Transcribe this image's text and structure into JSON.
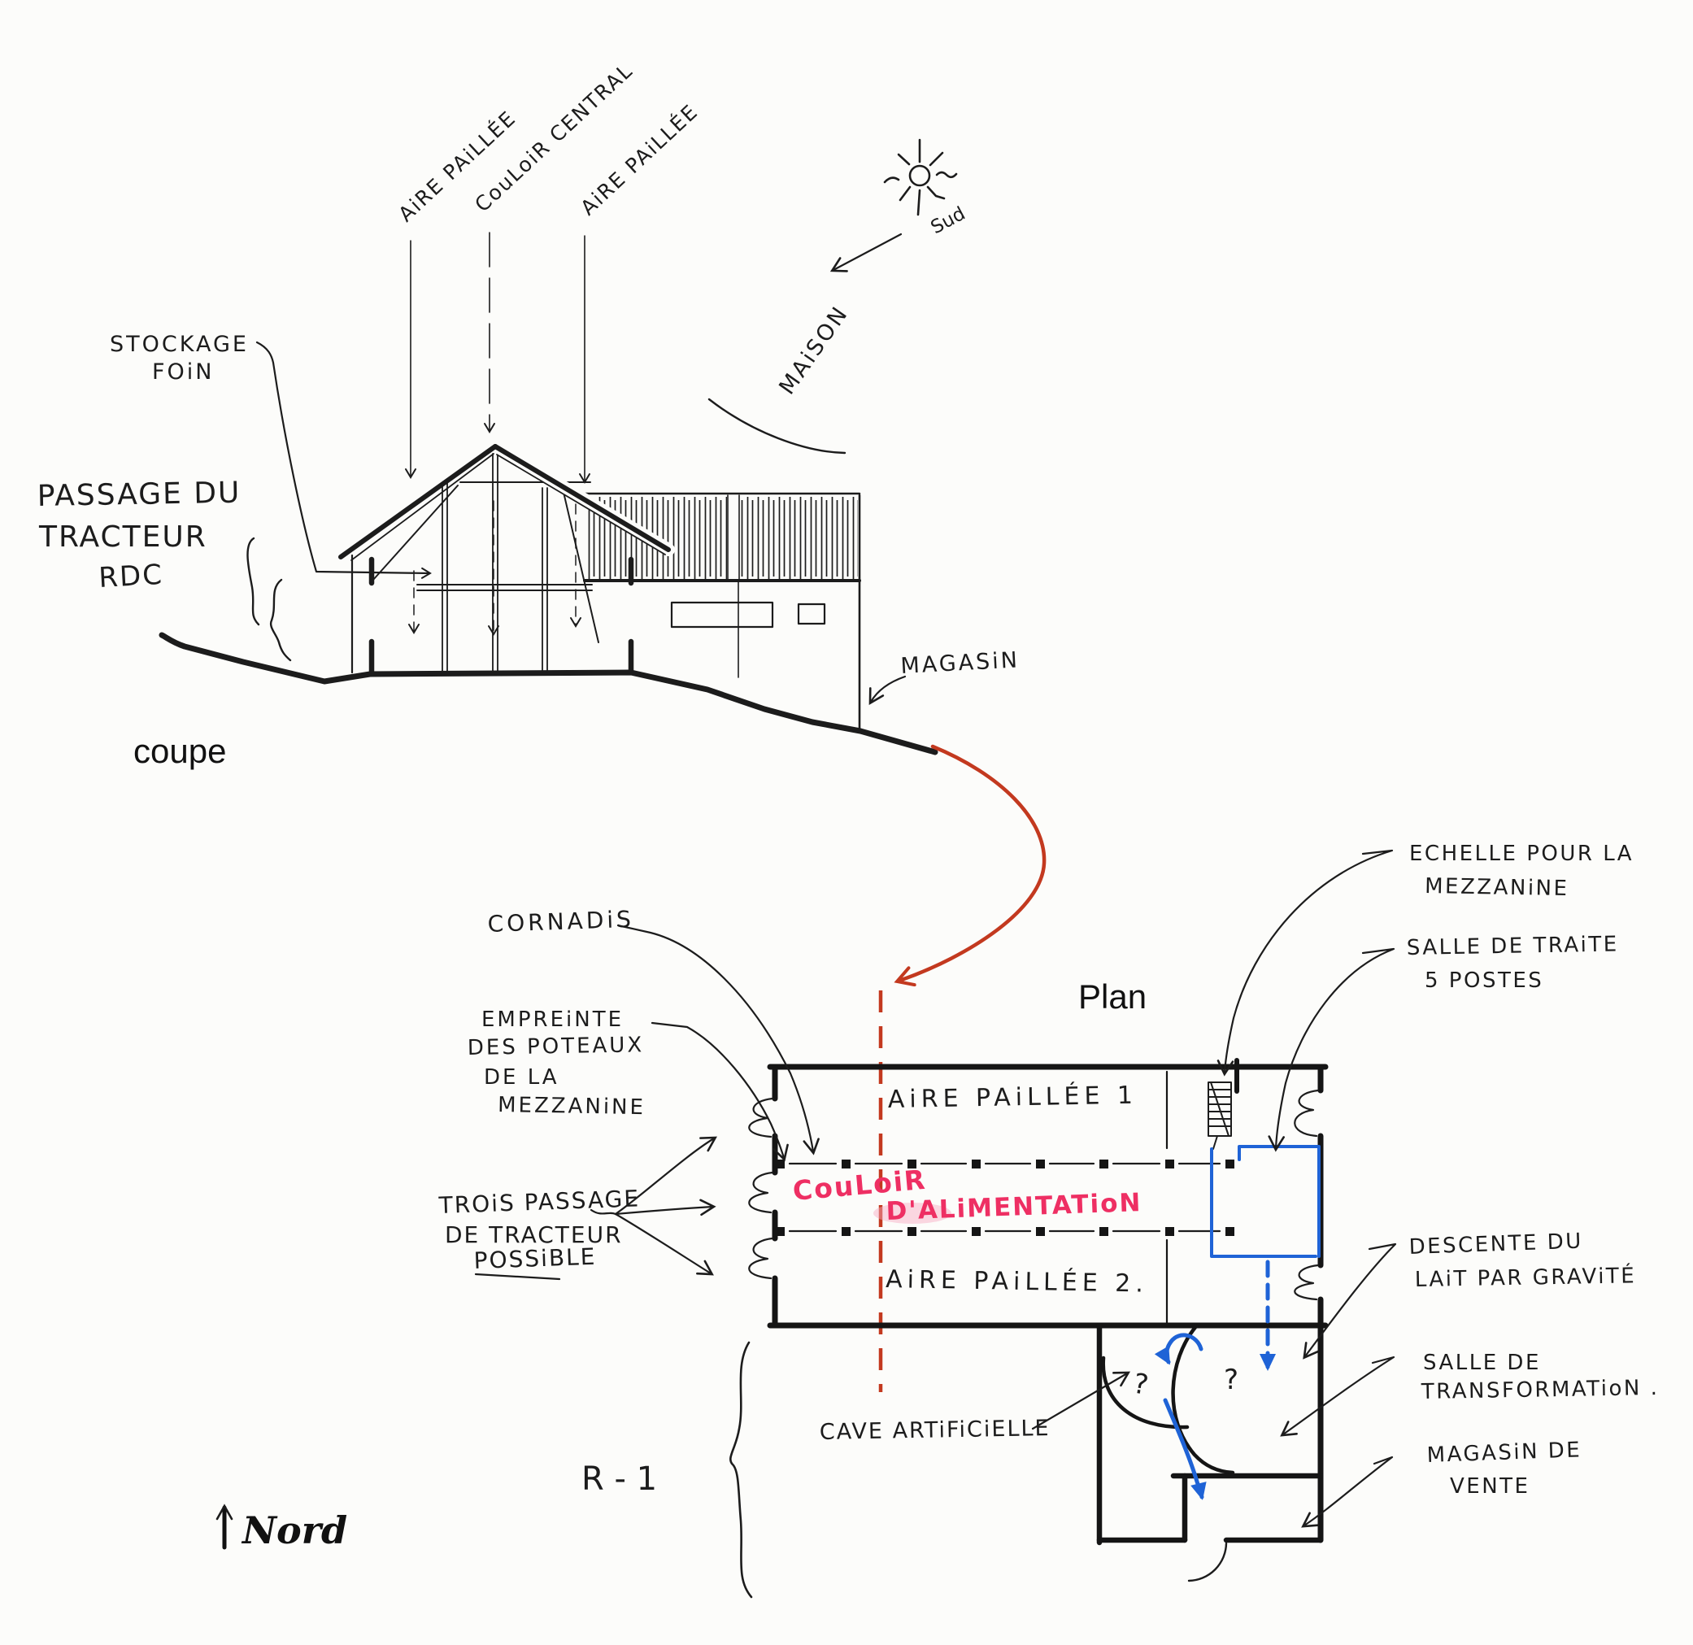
{
  "titles": {
    "coupe": "coupe",
    "plan": "Plan"
  },
  "compass": {
    "north_label": "Nord",
    "sud_label": "Sud"
  },
  "colors": {
    "ink": "#1c1c1c",
    "red_cut": "#c3391f",
    "pink_marker": "#ee2f63",
    "blue": "#1f63d6",
    "paper": "#fcfcfa"
  },
  "section": {
    "diagonal_labels": {
      "left": "AiRE PAiLLÉE",
      "center": "CouLoiR CENTRAL",
      "right": "AiRE PAiLLÉE"
    },
    "stockage": [
      "STOCKAGE",
      "FOiN"
    ],
    "passage_tracteur": [
      "PASSAGE DU",
      "TRACTEUR",
      "RDC"
    ],
    "maison": "MAiSON",
    "magasin": "MAGASiN"
  },
  "plan": {
    "aire_paillee_1": "AiRE PAiLLÉE 1",
    "couloir": "CouLoiR",
    "alimentation": "D'ALiMENTATioN",
    "aire_paillee_2": "AiRE PAiLLÉE 2.",
    "cornadis": "CORNADiS",
    "empreinte": [
      "EMPREiNTE",
      "DES POTEAUX",
      "DE LA",
      "MEZZANiNE"
    ],
    "trois_passage": [
      "TROiS PASSAGE",
      "DE TRACTEUR",
      "POSSiBLE"
    ],
    "echelle": [
      "ECHELLE POUR LA",
      "MEZZANiNE"
    ],
    "salle_traite": [
      "SALLE DE TRAiTE",
      "5 POSTES"
    ],
    "descente": [
      "DESCENTE DU",
      "LAiT PAR GRAViTÉ"
    ],
    "transformation": [
      "SALLE DE",
      "TRANSFORMATioN ."
    ],
    "magasin_vente": [
      "MAGASiN DE",
      "VENTE"
    ],
    "cave": "CAVE ARTiFiCiELLE",
    "niveau": "R - 1",
    "question_mark": "?"
  }
}
